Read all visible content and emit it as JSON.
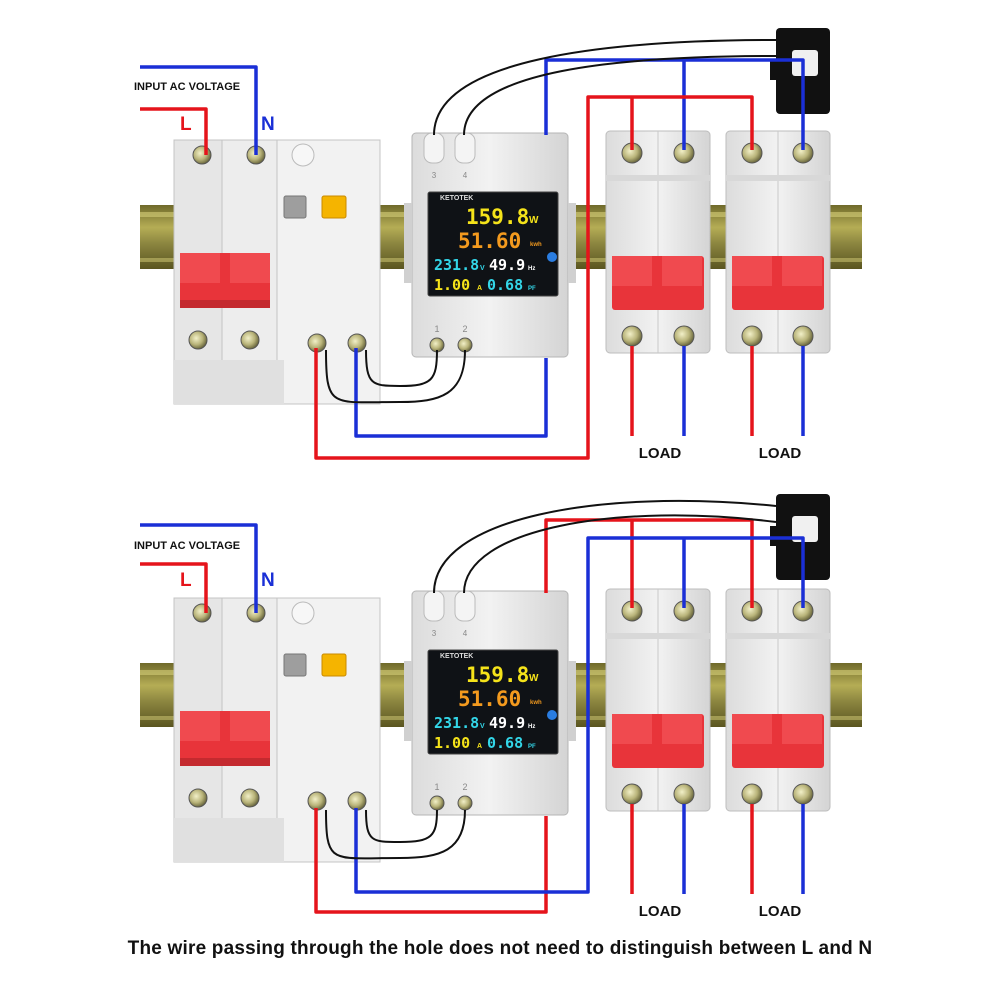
{
  "diagrams": [
    {
      "variant": "top",
      "input_label": "INPUT AC VOLTAGE",
      "live_label": "L",
      "neutral_label": "N",
      "meter": {
        "brand": "KETOTEK",
        "power_value": "159.8",
        "power_unit": "W",
        "energy_value": "51.60",
        "energy_unit": "kwh",
        "voltage_value": "231.8",
        "voltage_unit": "V",
        "frequency_value": "49.9",
        "frequency_unit": "Hz",
        "current_value": "1.00",
        "current_unit": "A",
        "pf_value": "0.68",
        "pf_unit": "PF",
        "terminal_labels": [
          "3",
          "4",
          "1",
          "2"
        ]
      },
      "load_labels": [
        "LOAD",
        "LOAD"
      ]
    },
    {
      "variant": "bottom",
      "input_label": "INPUT AC VOLTAGE",
      "live_label": "L",
      "neutral_label": "N",
      "meter": {
        "brand": "KETOTEK",
        "power_value": "159.8",
        "power_unit": "W",
        "energy_value": "51.60",
        "energy_unit": "kwh",
        "voltage_value": "231.8",
        "voltage_unit": "V",
        "frequency_value": "49.9",
        "frequency_unit": "Hz",
        "current_value": "1.00",
        "current_unit": "A",
        "pf_value": "0.68",
        "pf_unit": "PF",
        "terminal_labels": [
          "3",
          "4",
          "1",
          "2"
        ]
      },
      "load_labels": [
        "LOAD",
        "LOAD"
      ]
    }
  ],
  "caption": "The wire passing through the hole does not need to distinguish between L and N",
  "colors": {
    "live_wire": "#e5141b",
    "neutral_wire": "#1a2fd6",
    "sense_wire": "#111111",
    "breaker_handle": "#e8343a",
    "din_rail": "#8a8a3a",
    "module_body": "#ececec",
    "lcd_yellow": "#f5e31a",
    "lcd_orange": "#f39a1e",
    "lcd_cyan": "#33d6e8",
    "lcd_white": "#ffffff"
  }
}
